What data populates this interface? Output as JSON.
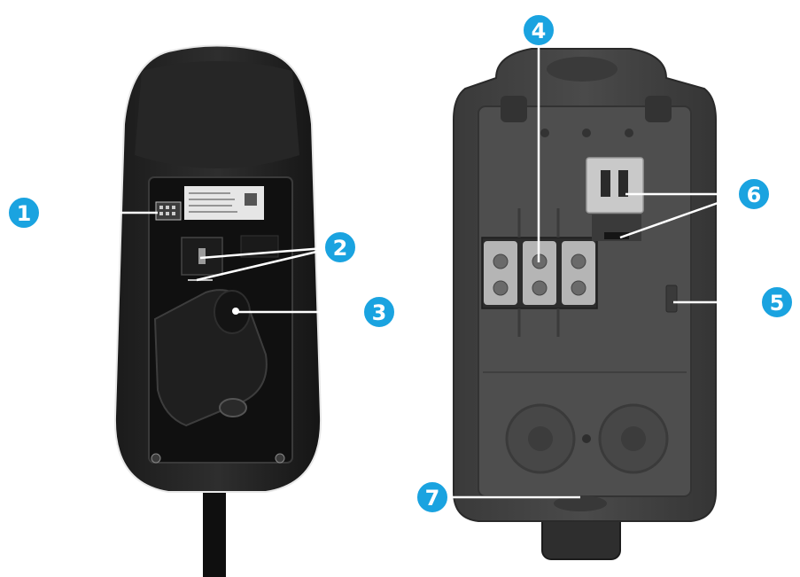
{
  "diagram": {
    "accent_color": "#1aa3e0",
    "callouts": [
      {
        "id": "1",
        "label": "1"
      },
      {
        "id": "2",
        "label": "2"
      },
      {
        "id": "3",
        "label": "3"
      },
      {
        "id": "4",
        "label": "4"
      },
      {
        "id": "5",
        "label": "5"
      },
      {
        "id": "6",
        "label": "6"
      },
      {
        "id": "7",
        "label": "7"
      }
    ],
    "parts": {
      "left": "charger-front-with-cover-removed",
      "right": "charger-backbox-interior"
    }
  }
}
